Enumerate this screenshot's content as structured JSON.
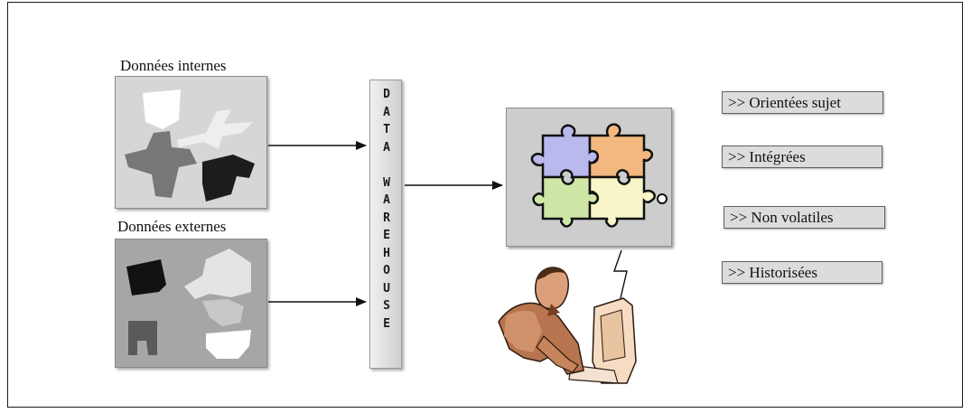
{
  "sources": {
    "internal_label": "Données internes",
    "external_label": "Données externes"
  },
  "warehouse": {
    "title": "DATA WAREHOUSE"
  },
  "properties": [
    ">> Orientées sujet",
    ">> Intégrées",
    ">> Non volatiles",
    ">> Historisées"
  ],
  "colors": {
    "puzzle_blue": "#b9b9ee",
    "puzzle_orange": "#f2b880",
    "puzzle_green": "#cfe6a6",
    "puzzle_yellow": "#f8f6c8",
    "person_skin": "#b8744e",
    "panel_light": "#d9d9d9",
    "panel_dark": "#9a9a9a"
  },
  "icons": [
    "puzzle-icon",
    "user-at-computer-icon"
  ]
}
